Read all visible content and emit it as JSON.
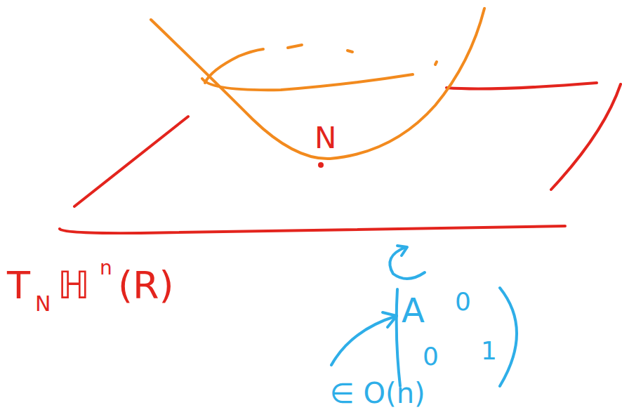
{
  "diagram": {
    "labels": [
      "N",
      "T",
      "N",
      "ℍ",
      "n",
      "(R)",
      "A",
      "0",
      "0",
      "1",
      "∈ O(n)"
    ]
  }
}
